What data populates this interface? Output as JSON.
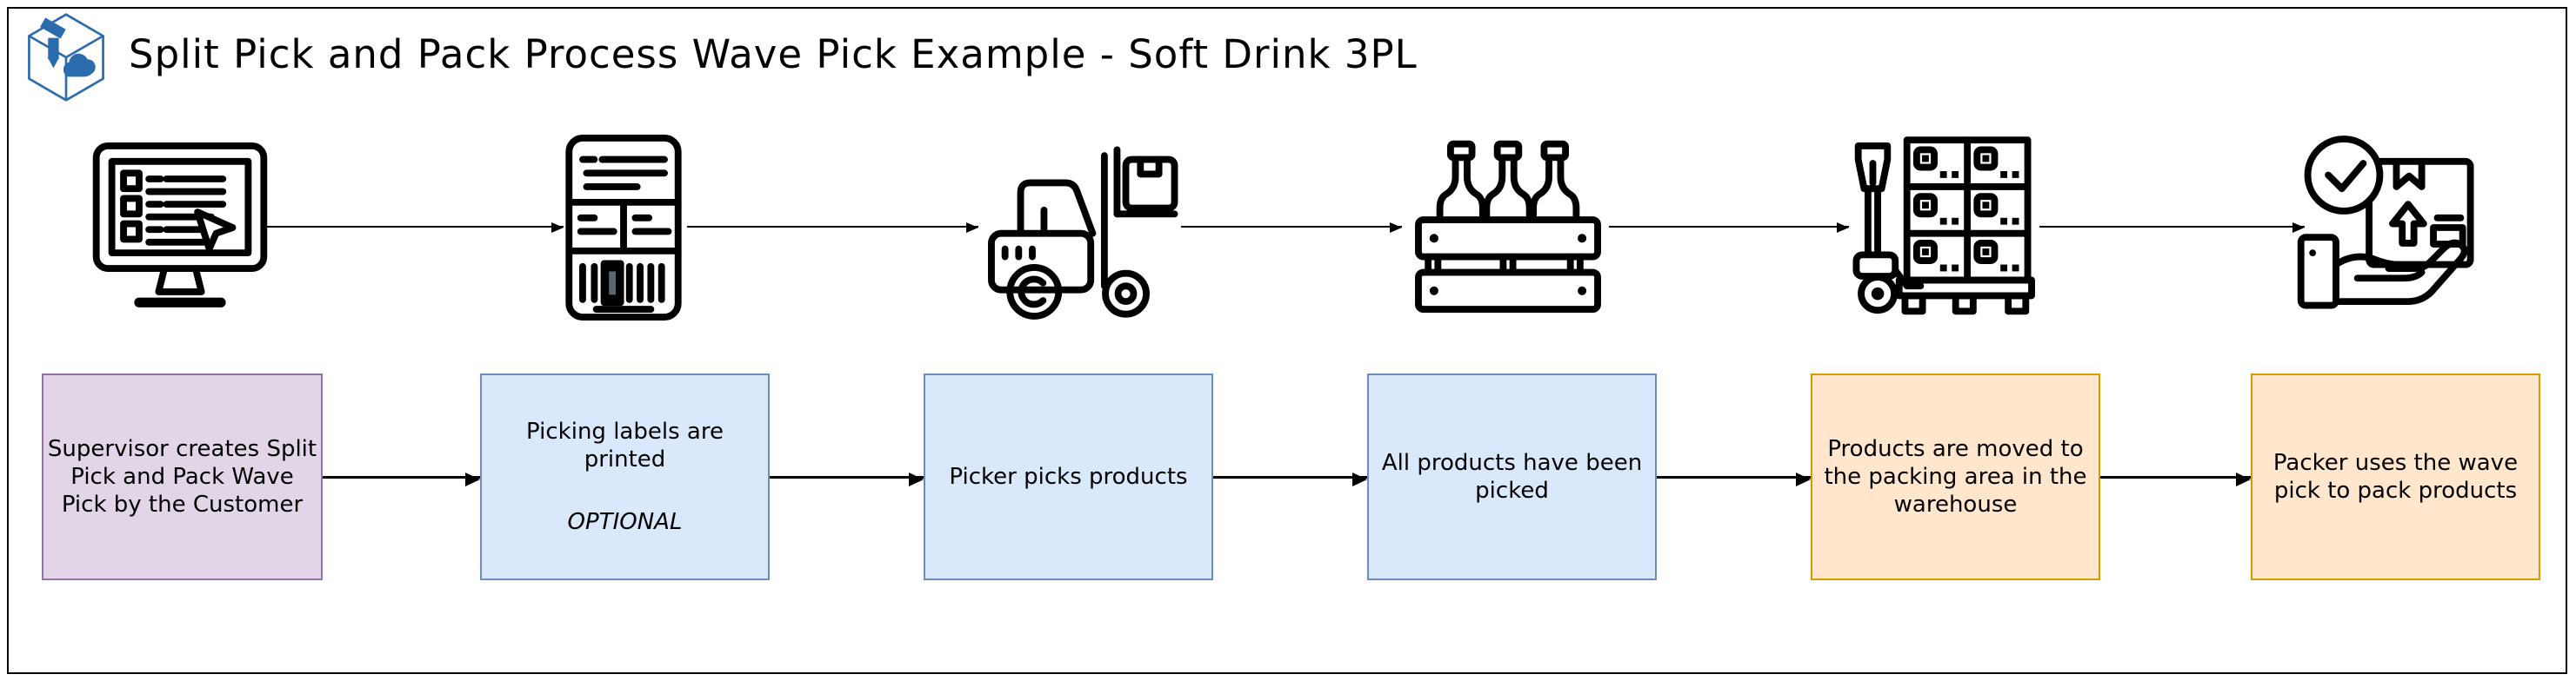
{
  "header": {
    "title": "Split Pick and Pack Process Wave Pick Example - Soft Drink 3PL",
    "logo": "boxed-cloud-logo"
  },
  "colors": {
    "purple_fill": "#E1D5E7",
    "purple_stroke": "#9673A6",
    "blue_fill": "#DAE8FC",
    "blue_stroke": "#6C8EBF",
    "orange_fill": "#FFE6CC",
    "orange_stroke": "#D79B00",
    "line": "#000000",
    "logo_blue": "#2B6CAE"
  },
  "steps": [
    {
      "icon": "computer-order-icon",
      "style": "purple",
      "label": "Supervisor creates Split Pick and Pack Wave Pick by the Customer"
    },
    {
      "icon": "picking-label-icon",
      "style": "blue",
      "label": "Picking labels are printed",
      "note": "OPTIONAL"
    },
    {
      "icon": "forklift-icon",
      "style": "blue",
      "label": "Picker picks products"
    },
    {
      "icon": "bottle-crate-icon",
      "style": "blue",
      "label": "All products have been picked"
    },
    {
      "icon": "pallet-jack-icon",
      "style": "orange",
      "label": "Products are moved to the packing area in the warehouse"
    },
    {
      "icon": "hand-box-check-icon",
      "style": "orange",
      "label": "Packer uses the wave pick to pack products"
    }
  ]
}
